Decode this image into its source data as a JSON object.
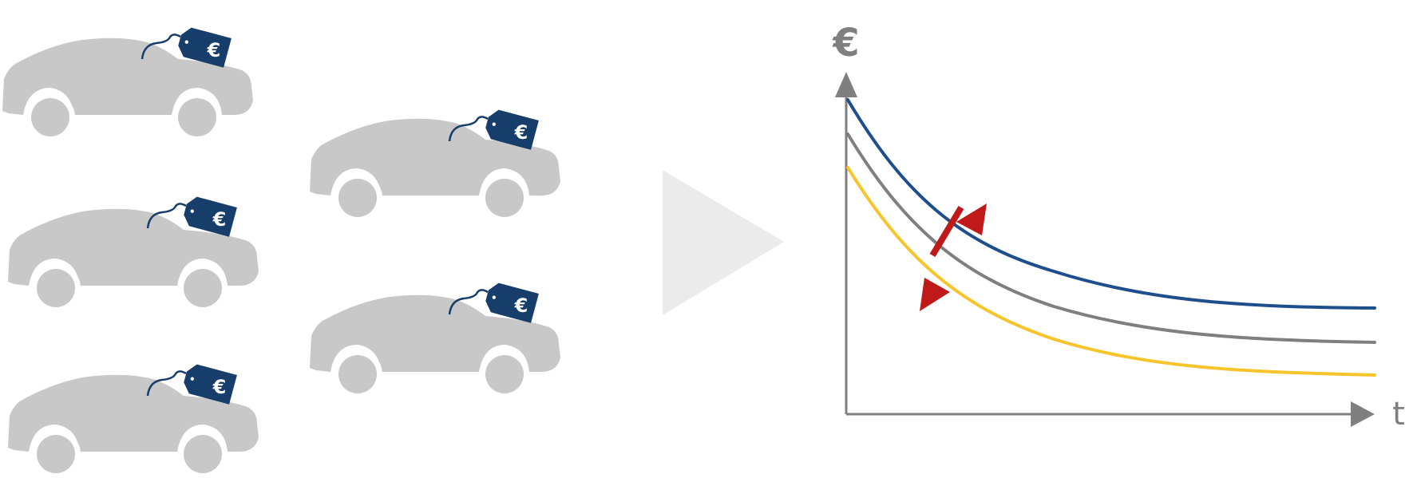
{
  "cars": [
    {
      "id": "car-1",
      "price_symbol": "€"
    },
    {
      "id": "car-2",
      "price_symbol": "€"
    },
    {
      "id": "car-3",
      "price_symbol": "€"
    },
    {
      "id": "car-4",
      "price_symbol": "€"
    },
    {
      "id": "car-5",
      "price_symbol": "€"
    }
  ],
  "chart": {
    "y_label": "€",
    "x_label": "t",
    "curves": [
      {
        "name": "",
        "color": "#1f4e8c"
      },
      {
        "name": "",
        "color": "#7f7f7f"
      },
      {
        "name": "",
        "color": "#f7c52b"
      }
    ],
    "arrow_color": "#c0191a"
  },
  "colors": {
    "car_silhouette": "#c8c8c8",
    "price_tag": "#173e6b",
    "play_arrow": "#ebebeb",
    "axis": "#7f7f7f"
  }
}
